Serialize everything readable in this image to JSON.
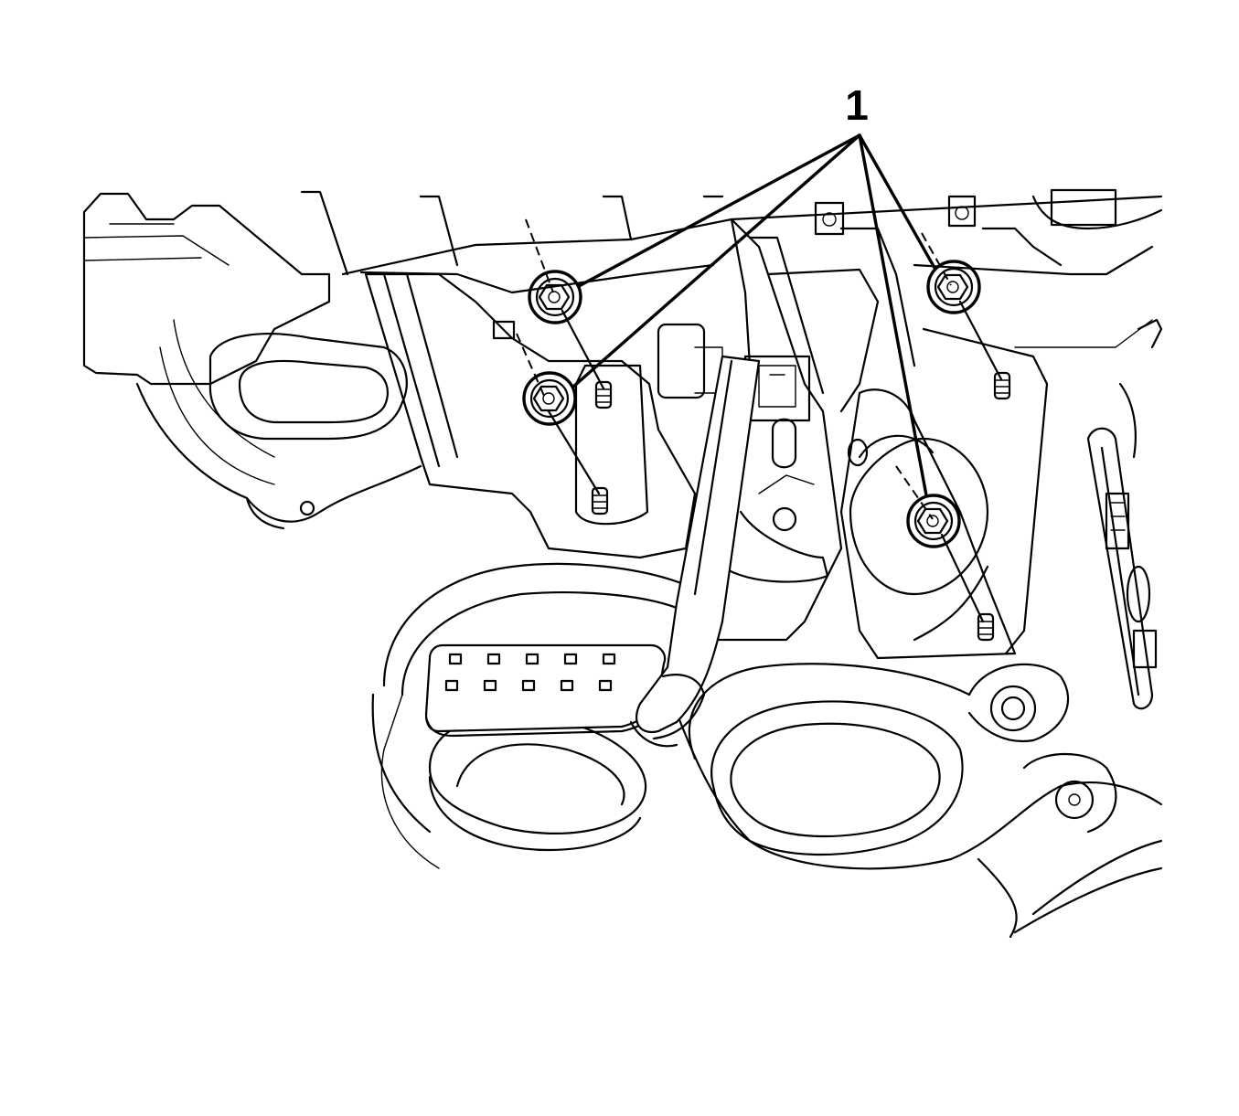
{
  "diagram": {
    "callouts": [
      {
        "label": "1",
        "targets": [
          "nut-upper-left",
          "nut-middle-left",
          "nut-upper-right",
          "nut-lower-right"
        ]
      }
    ]
  }
}
